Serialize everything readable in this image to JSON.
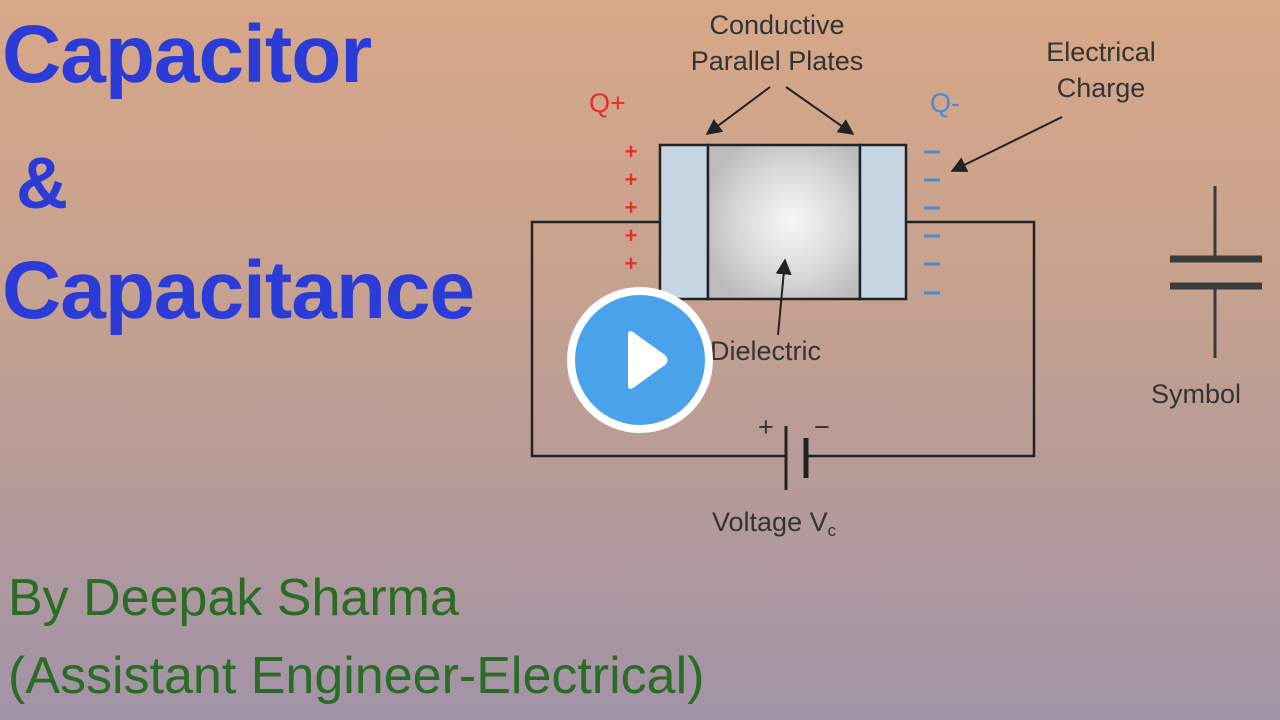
{
  "title": {
    "line1": "Capacitor",
    "line2": "&",
    "line3": "Capacitance"
  },
  "author": {
    "name": "By Deepak Sharma",
    "designation": "(Assistant Engineer-Electrical)"
  },
  "diagram": {
    "plates_label_line1": "Conductive",
    "plates_label_line2": "Parallel Plates",
    "charge_label_line1": "Electrical",
    "charge_label_line2": "Charge",
    "q_plus": "Q+",
    "q_minus": "Q-",
    "dielectric_label": "Dielectric",
    "voltage_label": "Voltage V",
    "voltage_subscript": "c",
    "battery_plus": "+",
    "battery_minus": "−",
    "symbol_label": "Symbol",
    "plus_sign": "+",
    "minus_sign": "−"
  },
  "colors": {
    "title": "#2a3bd8",
    "author": "#2a6b26",
    "positive_charge": "#e03030",
    "negative_charge": "#4a8ad0",
    "play_button": "#4aa3ea"
  },
  "icons": {
    "play": "play-icon"
  }
}
